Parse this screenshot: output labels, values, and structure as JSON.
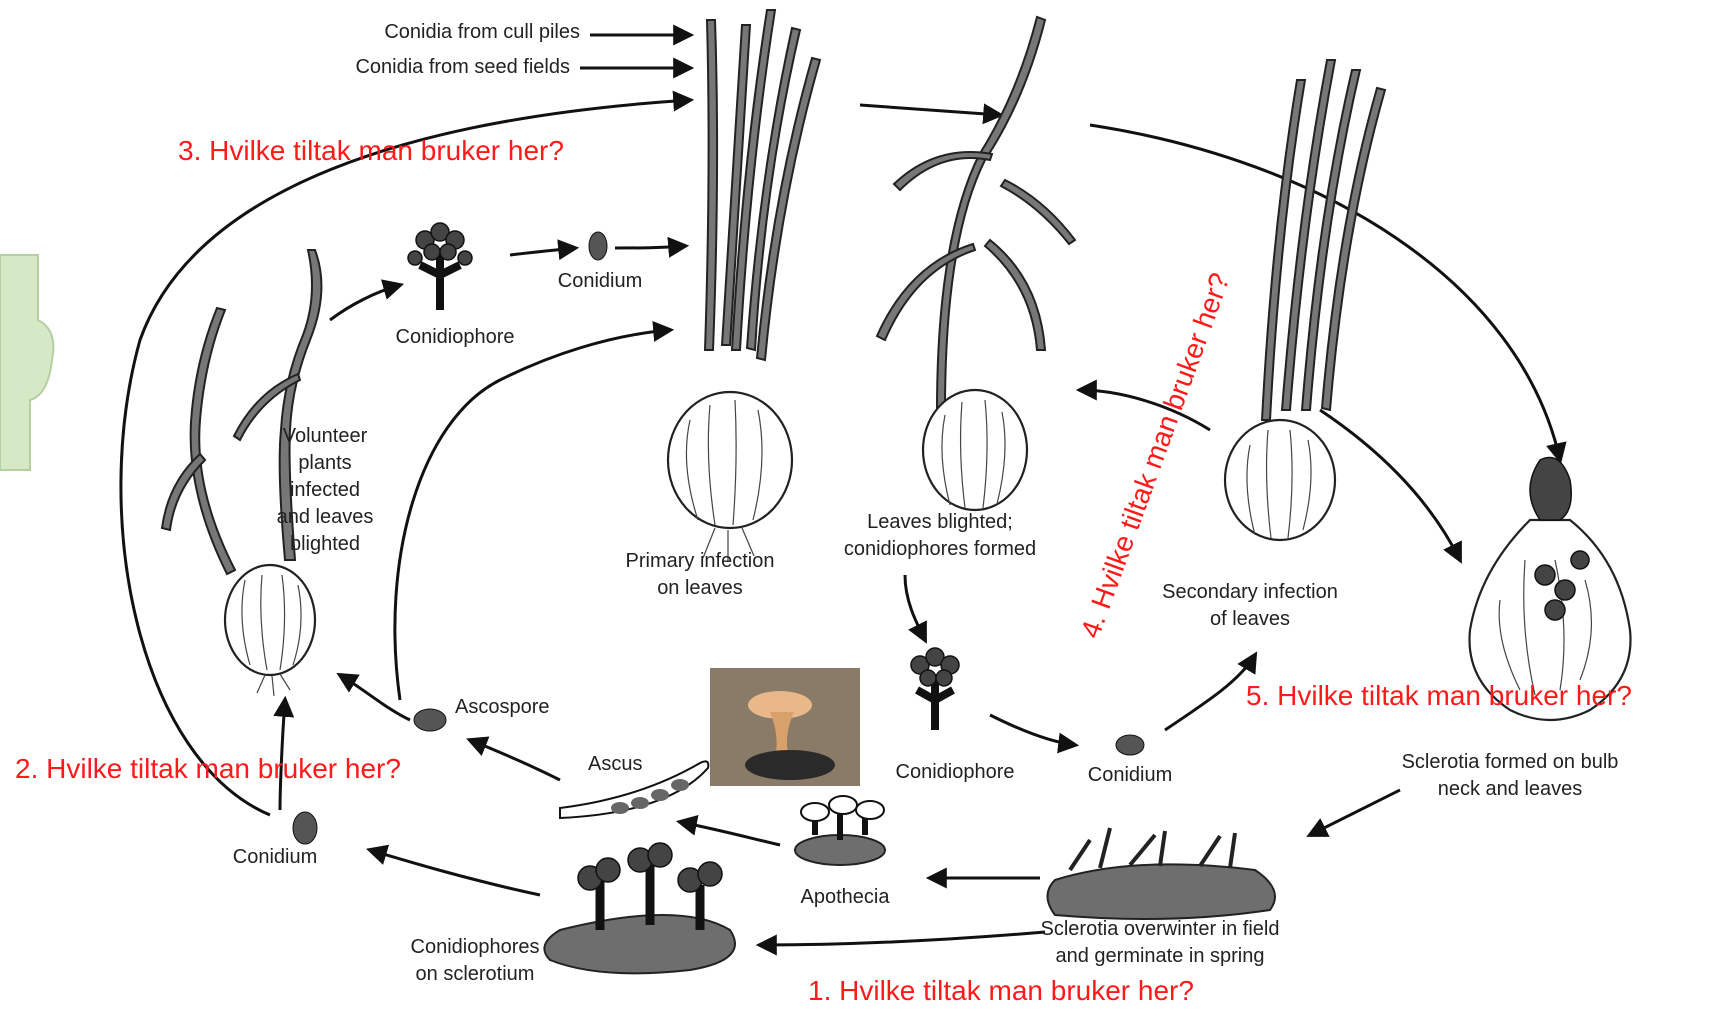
{
  "labels": {
    "conidia_cull": "Conidia from cull piles",
    "conidia_seed": "Conidia from seed fields",
    "conidium_top": "Conidium",
    "conidiophore_top": "Conidiophore",
    "volunteer": [
      "Volunteer",
      "plants",
      "infected",
      "and leaves",
      "blighted"
    ],
    "primary": [
      "Primary infection",
      "on leaves"
    ],
    "leaves_blighted": [
      "Leaves blighted;",
      "conidiophores formed"
    ],
    "secondary": [
      "Secondary infection",
      "of leaves"
    ],
    "ascospore": "Ascospore",
    "ascus": "Ascus",
    "conidiophore_mid": "Conidiophore",
    "conidium_mid": "Conidium",
    "sclerotia_formed": [
      "Sclerotia formed on bulb",
      "neck and leaves"
    ],
    "conidium_left": "Conidium",
    "apothecia": "Apothecia",
    "conidiophores_sclerotium": [
      "Conidiophores",
      "on sclerotium"
    ],
    "sclerotia_overwinter": [
      "Sclerotia overwinter in field",
      "and germinate in spring"
    ]
  },
  "questions": {
    "q1": "1. Hvilke tiltak man bruker her?",
    "q2": "2. Hvilke tiltak man bruker her?",
    "q3": "3. Hvilke tiltak man bruker her?",
    "q4": "4. Hvilke tiltak man bruker her?",
    "q5": "5. Hvilke tiltak man bruker her?"
  },
  "colors": {
    "question_text": "#ff1a1a",
    "line": "#111111",
    "leaf_fill": "#777777",
    "photo_bg": "#8a7a68"
  }
}
